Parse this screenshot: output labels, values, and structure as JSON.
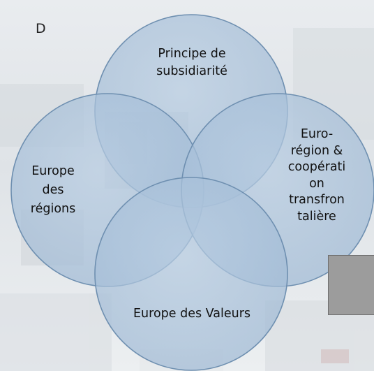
{
  "diagram": {
    "type": "venn",
    "circles": [
      {
        "id": "top",
        "label": "Principe de\nsubsidiarité"
      },
      {
        "id": "left",
        "label": "Europe\ndes\nrégions"
      },
      {
        "id": "right",
        "label": "Euro-\nrégion &\ncoopérati\non\ntransfron\ntalière"
      },
      {
        "id": "bottom",
        "label": "Europe des Valeurs"
      }
    ],
    "colors": {
      "circle_fill": "#a9c2dc",
      "circle_stroke": "#6e8fb0",
      "side_box_fill": "#9c9c9c"
    }
  },
  "side_box": {
    "text": "D"
  }
}
